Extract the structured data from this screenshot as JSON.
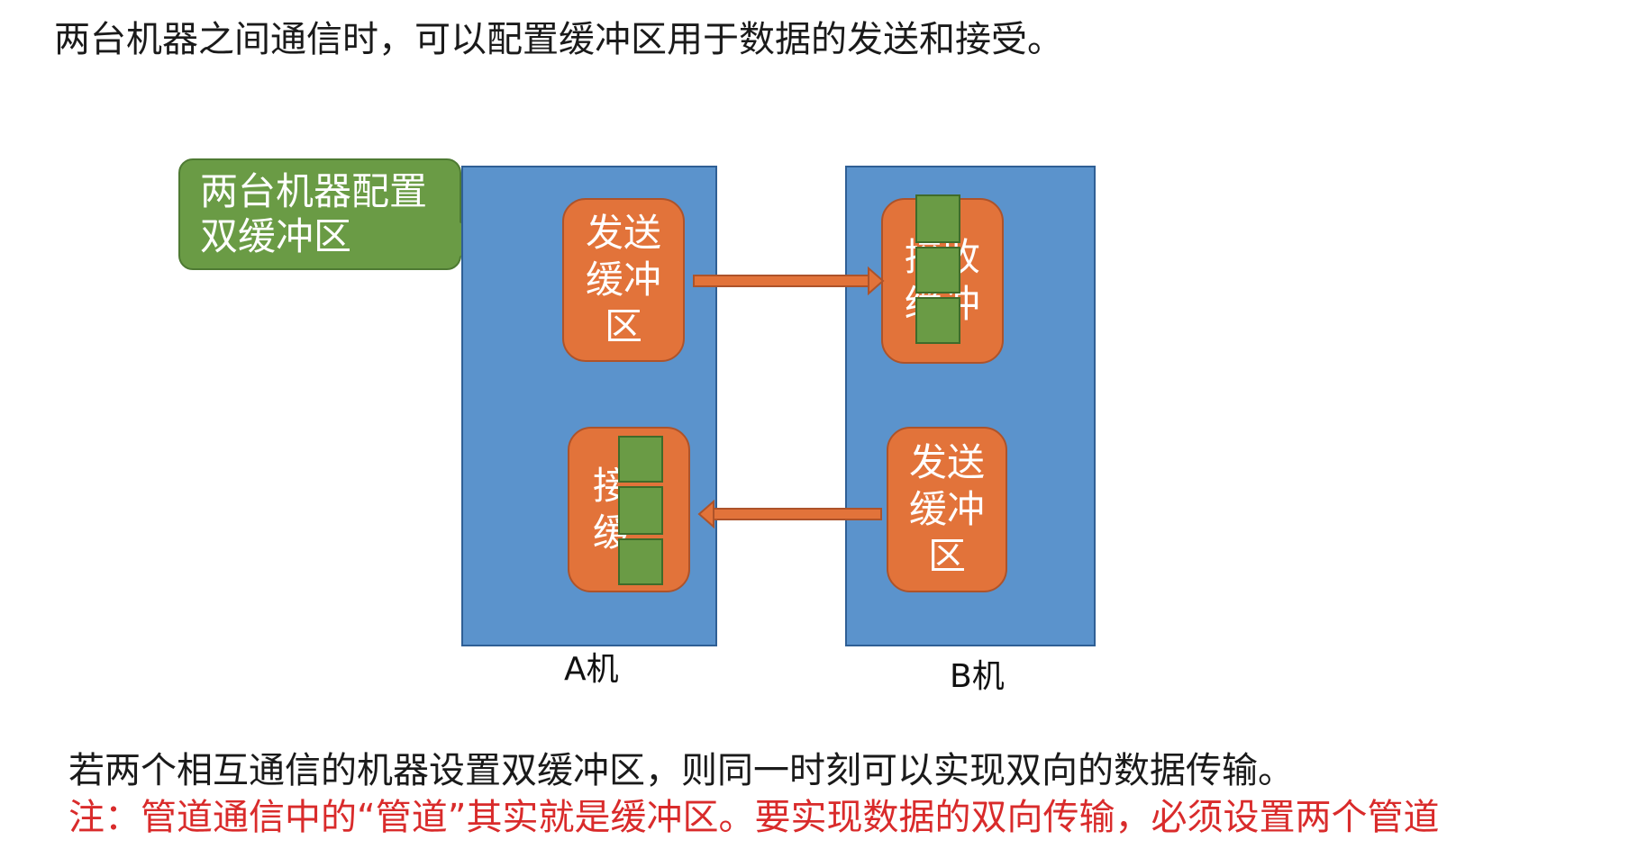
{
  "caption_top": "两台机器之间通信时，可以配置缓冲区用于数据的发送和接受。",
  "callout": {
    "line1": "两台机器配置",
    "line2": "双缓冲区"
  },
  "machine_a": {
    "label": "A机",
    "send_buffer": [
      "发送",
      "缓冲",
      "区"
    ],
    "recv_buffer": [
      "接",
      "缓",
      ""
    ]
  },
  "machine_b": {
    "label": "B机",
    "recv_buffer": [
      "接收",
      "缓冲",
      ""
    ],
    "send_buffer": [
      "发送",
      "缓冲",
      "区"
    ]
  },
  "caption_bottom": "若两个相互通信的机器设置双缓冲区，则同一时刻可以实现双向的数据传输。",
  "note": "注：管道通信中的“管道”其实就是缓冲区。要实现数据的双向传输，必须设置两个管道",
  "colors": {
    "machine": "#5b93cc",
    "buffer": "#e2733a",
    "data_block": "#6a9b45",
    "note": "#d92b2b"
  }
}
